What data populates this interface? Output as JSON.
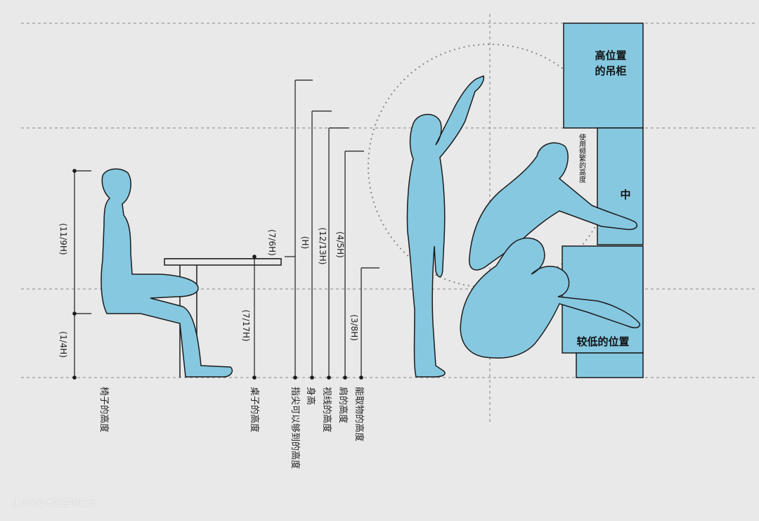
{
  "labels": {
    "chair_height": "椅子的高度",
    "table_height": "桌子的高度",
    "fingertip_reach": "指尖可以够到的高度",
    "body_height": "身高",
    "eye_height": "视线的高度",
    "shoulder_height": "肩的高度",
    "grab_height": "能取物的高度"
  },
  "dimensions": {
    "h_11_9": "(11/9H)",
    "h_1_4": "(1/4H)",
    "h_7_6": "(7/6H)",
    "h_h": "(H)",
    "h_12_13": "(12/13H)",
    "h_4_5": "(4/5H)",
    "h_7_17": "(7/17H)",
    "h_3_8": "(3/8H)"
  },
  "cabinet": {
    "top_line1": "高位置",
    "top_line2": "的吊柜",
    "frequent_use": "使用频繁的高度",
    "middle": "中",
    "bottom": "较低的位置"
  },
  "watermark": "住小帮@木蓝空间设计",
  "colors": {
    "figure": "#86c8e0",
    "figure_stroke": "#1c1c1c",
    "background": "#e9e9e9"
  }
}
